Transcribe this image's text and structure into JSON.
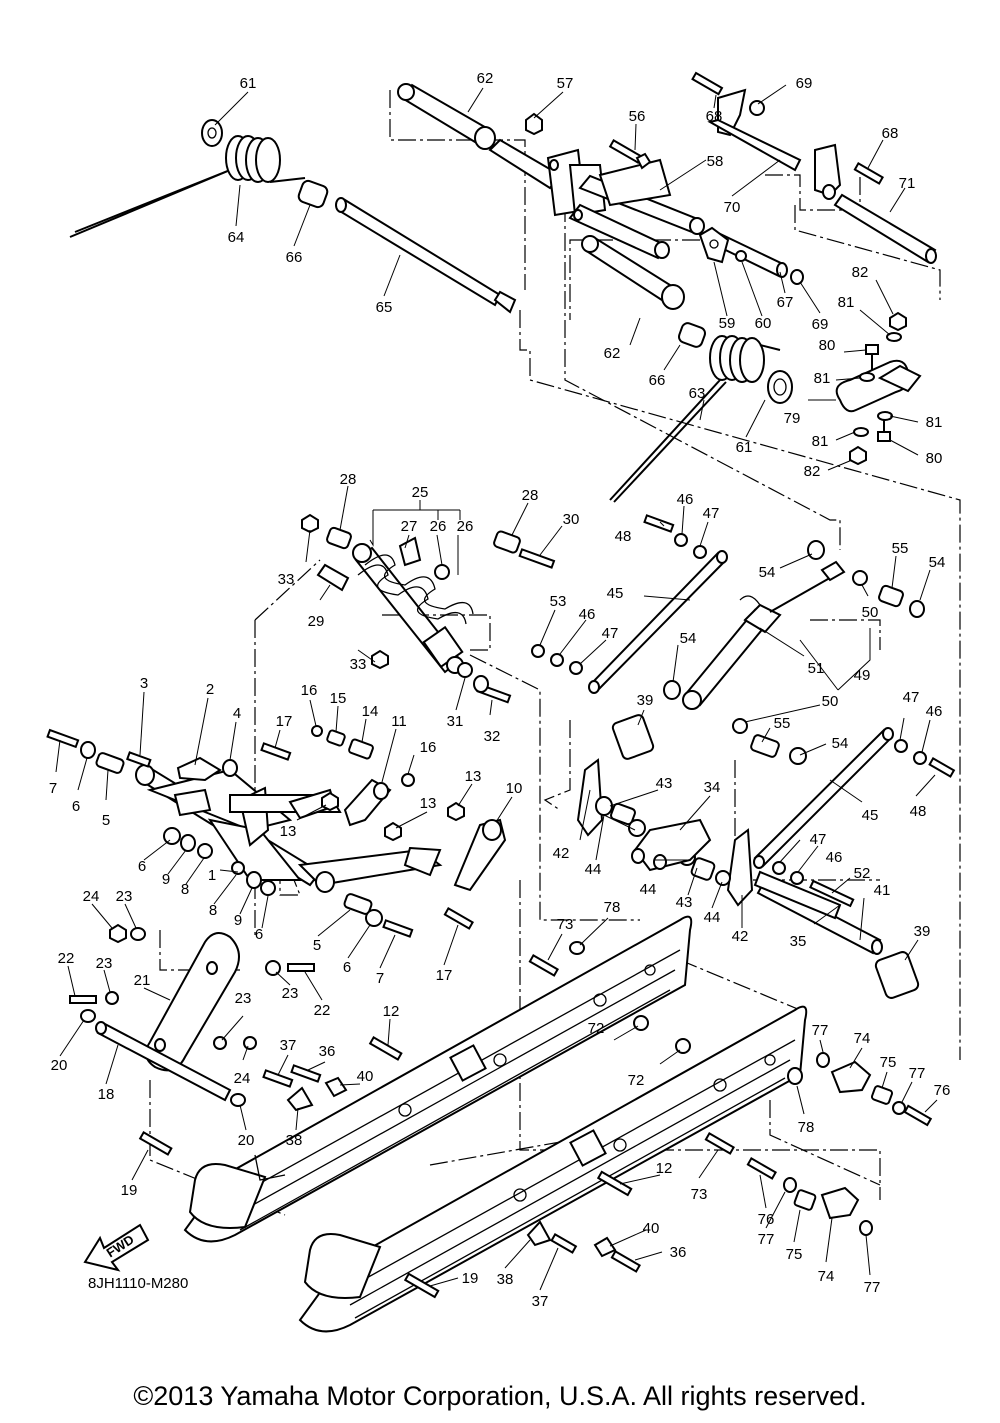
{
  "diagram": {
    "part_labels": [
      "1",
      "2",
      "3",
      "4",
      "5",
      "6",
      "7",
      "8",
      "9",
      "10",
      "11",
      "12",
      "13",
      "14",
      "15",
      "16",
      "17",
      "18",
      "19",
      "20",
      "21",
      "22",
      "23",
      "24",
      "25",
      "26",
      "27",
      "28",
      "29",
      "30",
      "31",
      "32",
      "33",
      "34",
      "35",
      "36",
      "37",
      "38",
      "39",
      "40",
      "41",
      "42",
      "43",
      "44",
      "45",
      "46",
      "47",
      "48",
      "49",
      "50",
      "51",
      "52",
      "53",
      "54",
      "55",
      "56",
      "57",
      "58",
      "59",
      "60",
      "61",
      "62",
      "63",
      "64",
      "65",
      "66",
      "67",
      "68",
      "69",
      "70",
      "71",
      "72",
      "73",
      "74",
      "75",
      "76",
      "77",
      "78",
      "79",
      "80",
      "81",
      "82"
    ],
    "drawing_code": "8JH1110-M280",
    "fwd_label": "FWD",
    "copyright": "©2013 Yamaha Motor Corporation, U.S.A. All rights reserved."
  }
}
